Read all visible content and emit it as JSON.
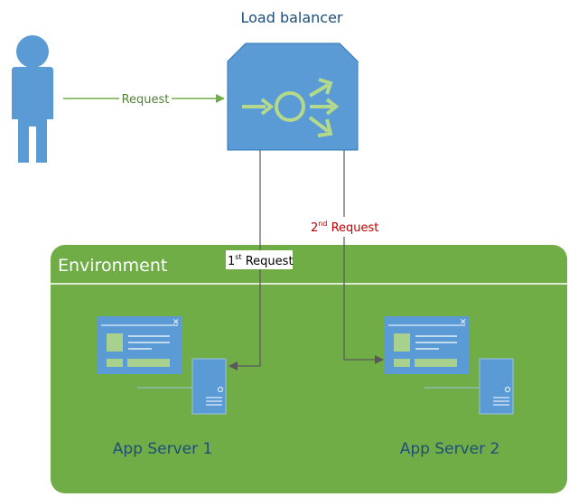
{
  "title": "Load balancer",
  "user": {
    "request_label": "Request"
  },
  "environment": {
    "label": "Environment"
  },
  "requests": {
    "first": {
      "number": "1",
      "suffix": "st",
      "label": "Request"
    },
    "second": {
      "number": "2",
      "suffix": "nd",
      "label": "Request"
    }
  },
  "servers": [
    {
      "label": "App Server 1"
    },
    {
      "label": "App Server 2"
    }
  ],
  "colors": {
    "balancer_fill": "#5b9bd5",
    "balancer_stroke": "#2e75b6",
    "balancer_arrows": "#b5d98a",
    "user_fill": "#5b9bd5",
    "request_line": "#70ad47",
    "request_text": "#548235",
    "connector": "#595959",
    "second_request_text": "#c00000",
    "environment_fill": "#70ad47",
    "environment_divider": "#ffffff",
    "window_fill": "#5b9bd5",
    "window_content": "#a9d18e",
    "server_fill": "#5b9bd5",
    "server_accent": "#9dc3e6",
    "label_text": "#1f4e79"
  },
  "icons": {
    "user": "person-icon",
    "balancer": "load-balancer-icon",
    "window": "application-window-icon",
    "server": "server-tower-icon"
  }
}
